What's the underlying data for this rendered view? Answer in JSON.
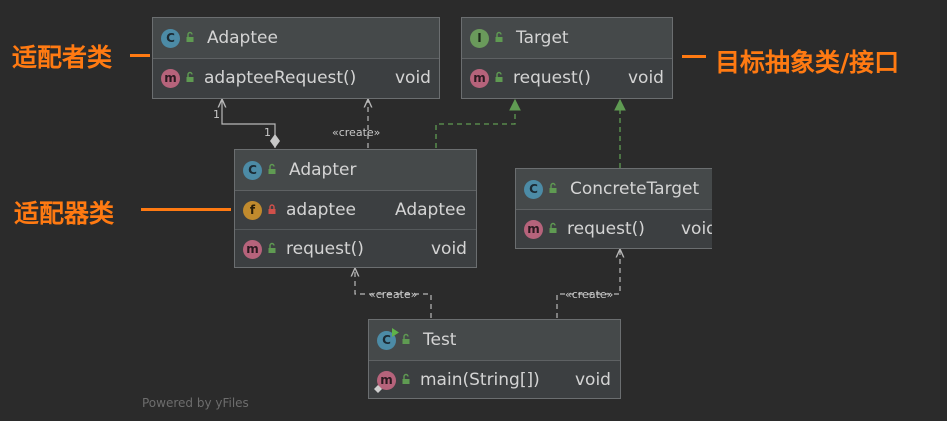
{
  "classes": {
    "adaptee": {
      "kind_icon": "class-icon",
      "name": "Adaptee",
      "methods": [
        {
          "name": "adapteeRequest()",
          "type": "void"
        }
      ]
    },
    "target": {
      "kind_icon": "interface-icon",
      "name": "Target",
      "methods": [
        {
          "name": "request()",
          "type": "void"
        }
      ]
    },
    "adapter": {
      "kind_icon": "class-icon",
      "name": "Adapter",
      "fields": [
        {
          "name": "adaptee",
          "type": "Adaptee"
        }
      ],
      "methods": [
        {
          "name": "request()",
          "type": "void"
        }
      ]
    },
    "concrete_target": {
      "kind_icon": "class-icon",
      "name": "ConcreteTarget",
      "methods": [
        {
          "name": "request()",
          "type": "void"
        }
      ]
    },
    "test": {
      "kind_icon": "runnable-class-icon",
      "name": "Test",
      "methods": [
        {
          "name": "main(String[])",
          "type": "void"
        }
      ]
    }
  },
  "relations": {
    "stereotype_create": "«create»",
    "multiplicity_adaptee_end": "1",
    "multiplicity_adapter_end": "1"
  },
  "annotations": {
    "adaptee": "适配者类",
    "target": "目标抽象类/接口",
    "adapter": "适配器类"
  },
  "badges": {
    "class": "C",
    "interface": "I",
    "method": "m",
    "field": "f"
  },
  "footer": "Powered by yFiles",
  "colors": {
    "canvas_bg": "#2b2b2b",
    "annotation": "#ff7a12",
    "realization_line": "#5f9b52",
    "dependency_line": "#b8b8b8"
  }
}
